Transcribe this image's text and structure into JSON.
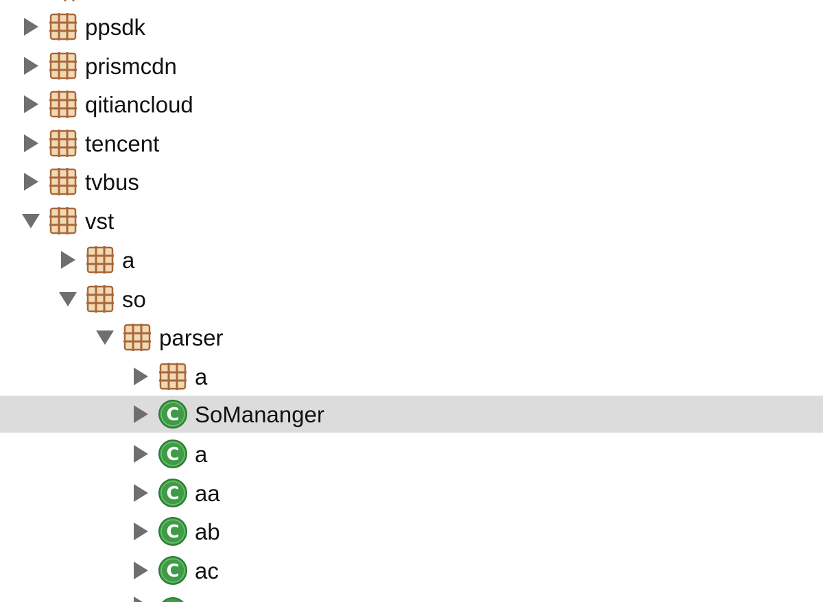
{
  "tree": {
    "items": [
      {
        "label": "ppsdk",
        "icon": "package-icon",
        "expanded": false
      },
      {
        "label": "prismcdn",
        "icon": "package-icon",
        "expanded": false
      },
      {
        "label": "qitiancloud",
        "icon": "package-icon",
        "expanded": false
      },
      {
        "label": "tencent",
        "icon": "package-icon",
        "expanded": false
      },
      {
        "label": "tvbus",
        "icon": "package-icon",
        "expanded": false
      },
      {
        "label": "vst",
        "icon": "package-icon",
        "expanded": true
      },
      {
        "label": "a",
        "icon": "package-icon",
        "expanded": false
      },
      {
        "label": "so",
        "icon": "package-icon",
        "expanded": true
      },
      {
        "label": "parser",
        "icon": "package-icon",
        "expanded": true
      },
      {
        "label": "a",
        "icon": "package-icon",
        "expanded": false
      },
      {
        "label": "SoMananger",
        "icon": "class-icon",
        "expanded": false,
        "selected": true
      },
      {
        "label": "a",
        "icon": "class-icon",
        "expanded": false
      },
      {
        "label": "aa",
        "icon": "class-icon",
        "expanded": false
      },
      {
        "label": "ab",
        "icon": "class-icon",
        "expanded": false
      },
      {
        "label": "ac",
        "icon": "class-icon",
        "expanded": false
      }
    ]
  },
  "colors": {
    "selection": "#dcdcdc",
    "package_fill": "#f2d9b5",
    "package_line": "#a8683a",
    "class_fill": "#3f9b45",
    "arrow": "#6f6f6f"
  }
}
